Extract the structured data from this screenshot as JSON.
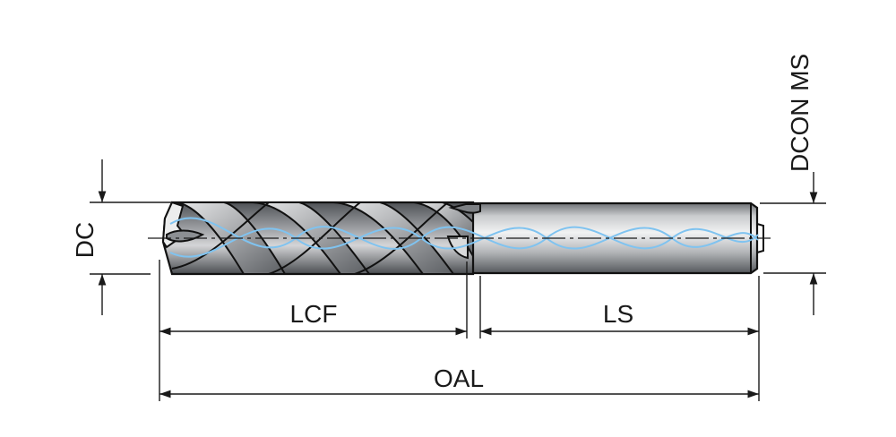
{
  "labels": {
    "dc": "DC",
    "dcon_ms": "DCON MS",
    "lcf": "LCF",
    "ls": "LS",
    "oal": "OAL"
  },
  "colors": {
    "body_dark": "#5a5d61",
    "body_mid": "#a9abae",
    "body_light": "#e6e7e8",
    "outline": "#111111",
    "coolant": "#7fc3f0",
    "dimension": "#1a1a1a"
  }
}
